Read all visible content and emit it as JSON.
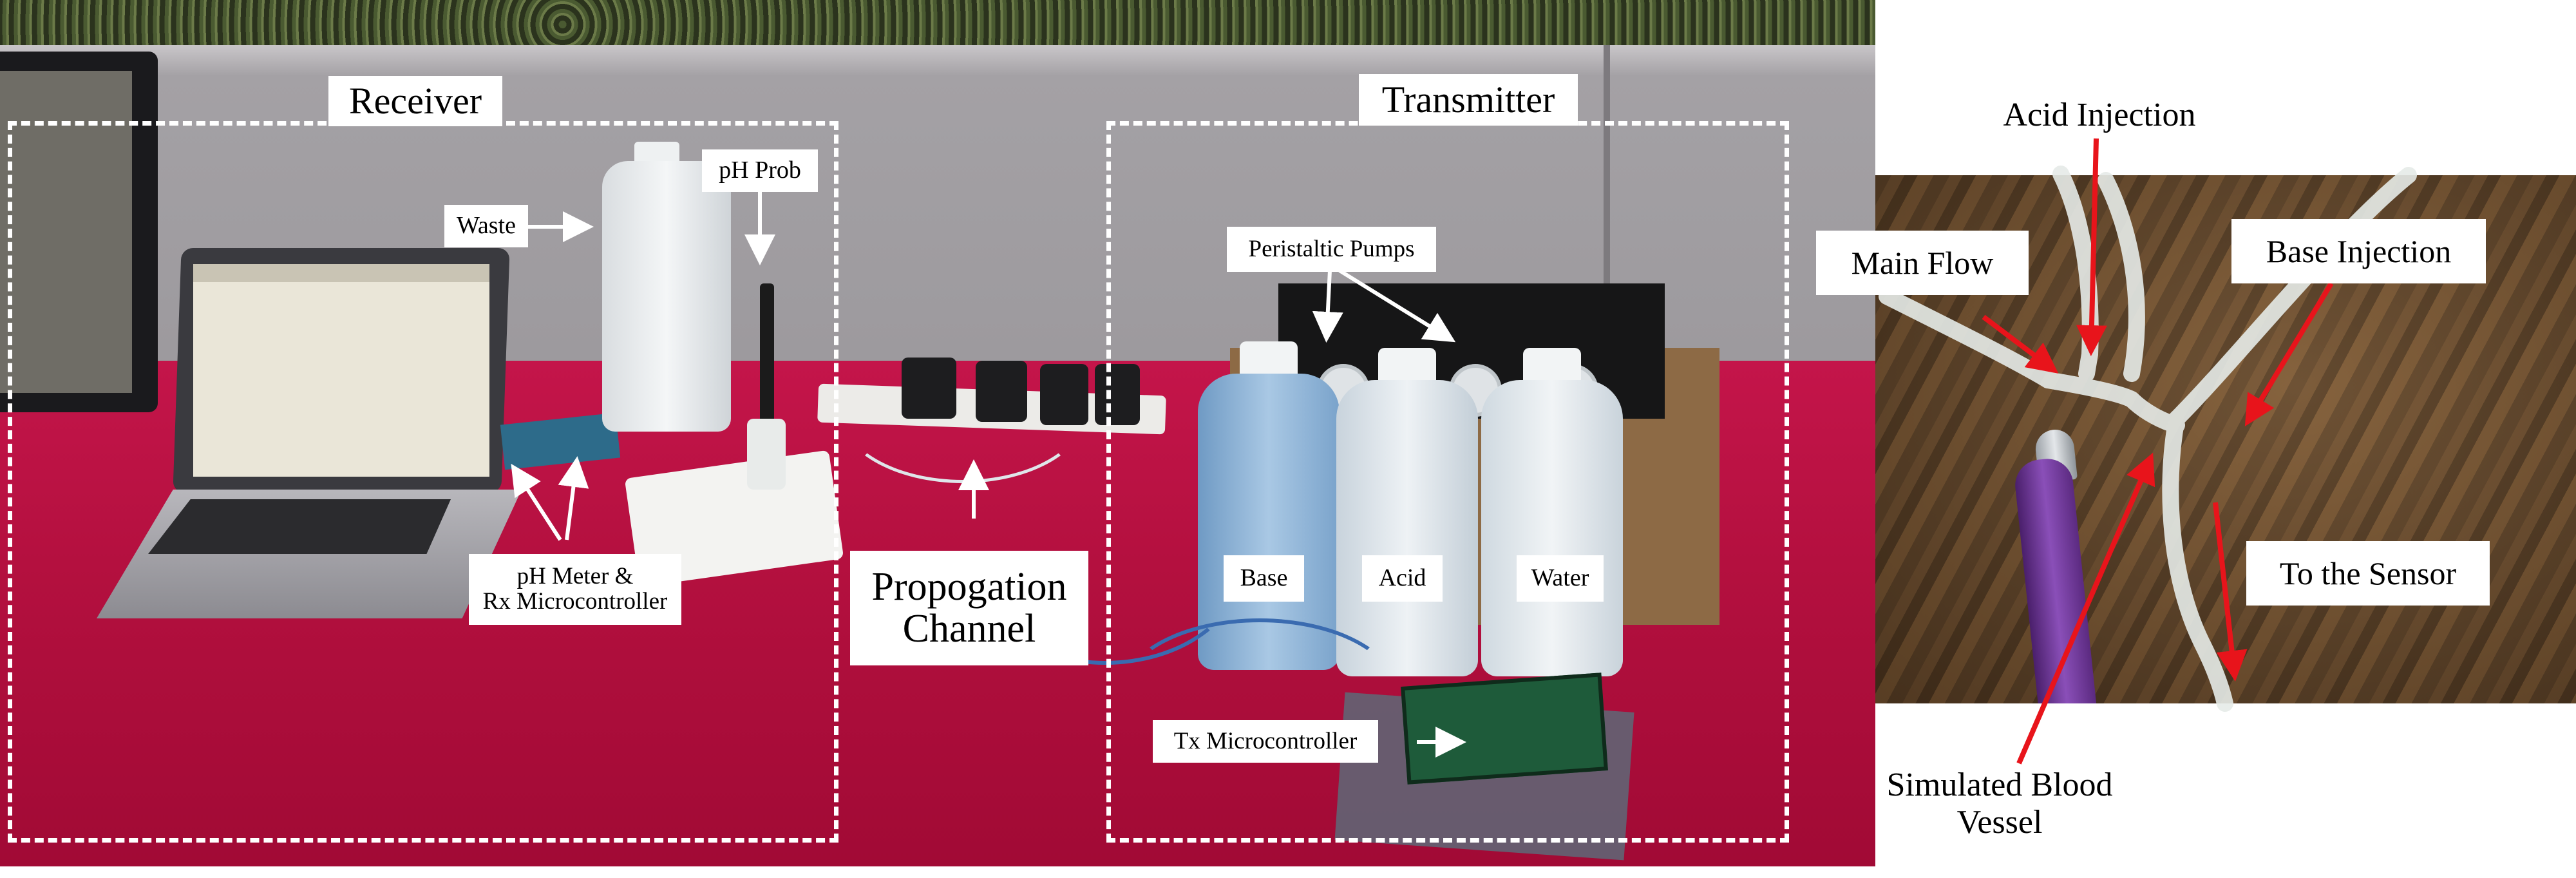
{
  "left_panel": {
    "regions": {
      "receiver": "Receiver",
      "transmitter": "Transmitter"
    },
    "labels": {
      "waste": "Waste",
      "ph_prob": "pH Prob",
      "ph_meter_rx": "pH Meter &\nRx Microcontroller",
      "propagation_channel": "Propogation\nChannel",
      "peristaltic_pumps": "Peristaltic Pumps",
      "base": "Base",
      "acid": "Acid",
      "water": "Water",
      "tx_microcontroller": "Tx Microcontroller"
    }
  },
  "right_panel": {
    "labels": {
      "acid_injection": "Acid Injection",
      "main_flow": "Main Flow",
      "base_injection": "Base Injection",
      "to_the_sensor": "To the Sensor",
      "simulated_blood_vessel": "Simulated Blood\nVessel"
    }
  },
  "colors": {
    "annotation_arrow": "#ffffff",
    "pointer_arrow_red": "#e8141b",
    "dashed_box": "#ffffff",
    "tablecloth": "#b4103f"
  }
}
